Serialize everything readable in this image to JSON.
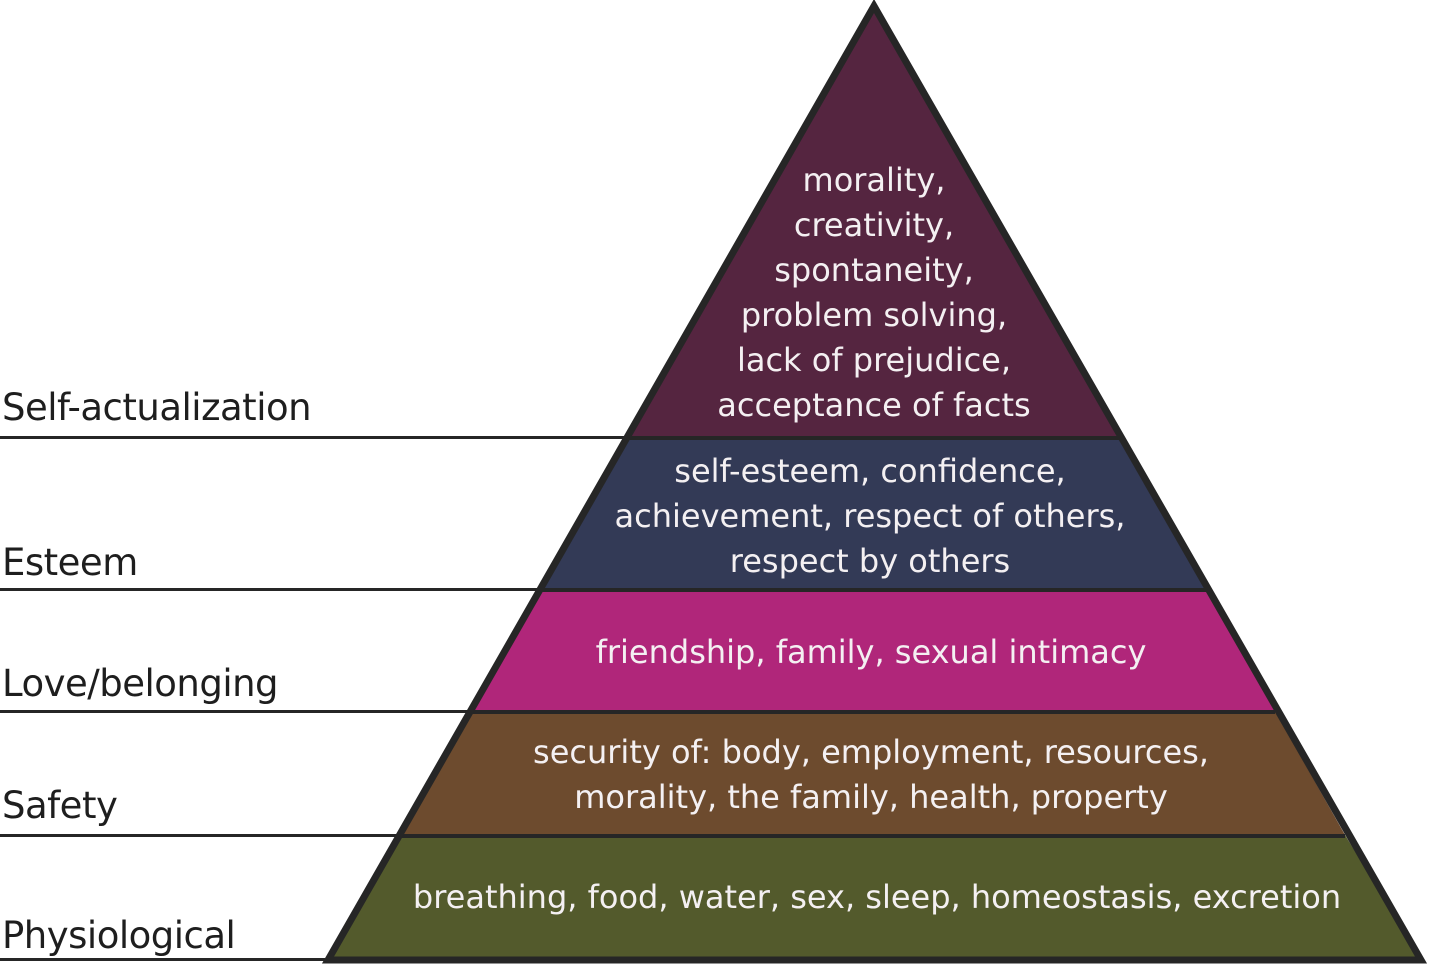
{
  "pyramid": {
    "outline_color": "#262626",
    "levels": [
      {
        "label": "Self-actualization",
        "color": "#552540",
        "lines": [
          "morality,",
          "creativity,",
          "spontaneity,",
          "problem solving,",
          "lack of prejudice,",
          "acceptance of facts"
        ]
      },
      {
        "label": "Esteem",
        "color": "#333a56",
        "lines": [
          "self-esteem, confidence,",
          "achievement, respect of others,",
          "respect by others"
        ]
      },
      {
        "label": "Love/belonging",
        "color": "#b0267a",
        "lines": [
          "friendship, family, sexual intimacy"
        ]
      },
      {
        "label": "Safety",
        "color": "#6d4b2e",
        "lines": [
          "security of: body, employment, resources,",
          "morality, the family, health, property"
        ]
      },
      {
        "label": "Physiological",
        "color": "#535a2c",
        "lines": [
          "breathing, food, water, sex, sleep, homeostasis, excretion"
        ]
      }
    ]
  }
}
